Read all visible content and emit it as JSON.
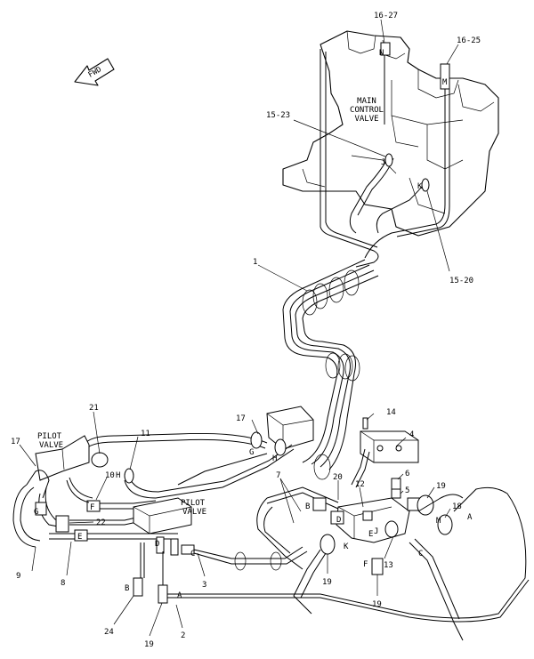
{
  "arrow": {
    "text": "FWD"
  },
  "components": {
    "main_control_valve": [
      "MAIN",
      "CONTROL",
      "VALVE"
    ],
    "pilot_valve_left": [
      "PILOT",
      "VALVE"
    ],
    "pilot_valve_center": [
      "PILOT",
      "VALVE"
    ]
  },
  "callouts": {
    "c16_27": "16-27",
    "c16_25": "16-25",
    "c15_23": "15-23",
    "c15_20": "15-20",
    "c1": "1",
    "c14": "14",
    "c4": "4",
    "c17a": "17",
    "c17b": "17",
    "c21": "21",
    "c11": "11",
    "c10": "10",
    "c7": "7",
    "c20": "20",
    "c12": "12",
    "c6": "6",
    "c5": "5",
    "c19a": "19",
    "c19b": "19",
    "c19c": "19",
    "c19d": "19",
    "c18": "18",
    "c22": "22",
    "c8": "8",
    "c9": "9",
    "c3": "3",
    "c13": "13",
    "c24": "24",
    "c2": "2"
  },
  "ports": {
    "n": "N",
    "m_top": "M",
    "j": "J",
    "k_top": "K",
    "g_mid": "G",
    "h_mid": "H",
    "h_left": "H",
    "g_left": "G",
    "f_left": "F",
    "e_left": "E",
    "b_mid": "B",
    "d_mid": "D",
    "e_mid": "E",
    "j_mid": "J",
    "k_mid": "K",
    "m_right": "M",
    "a_right": "A",
    "c_right": "C",
    "d_pilot": "D",
    "c_pilot": "C",
    "b_pilot": "B",
    "a_pilot": "A",
    "f_bottom": "F"
  }
}
